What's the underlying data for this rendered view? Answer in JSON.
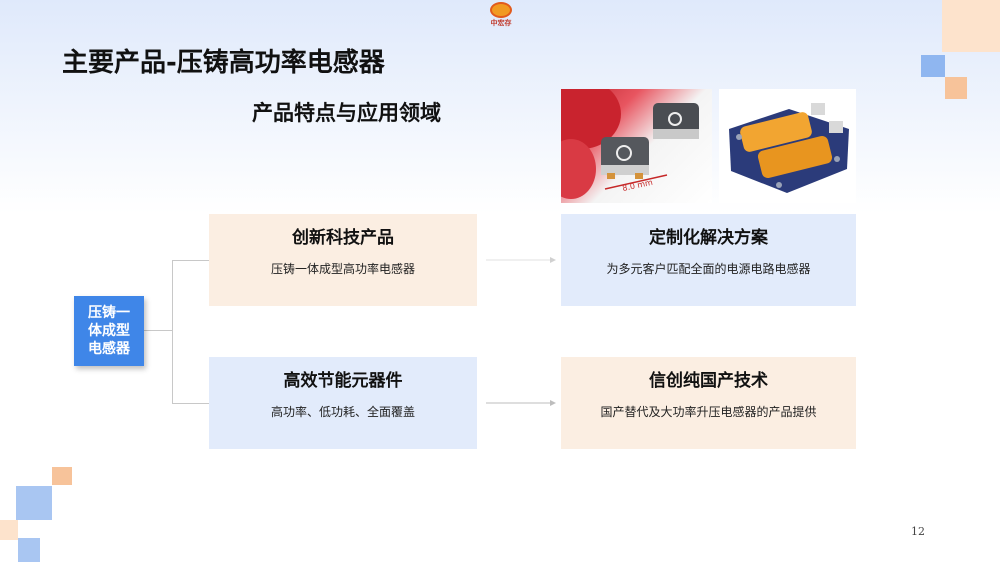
{
  "logo": {
    "text": "中宏存"
  },
  "title": "主要产品-压铸高功率电感器",
  "subtitle": "产品特点与应用领域",
  "center_box": {
    "label": "压铸一体成型电感器",
    "lines": [
      "压铸一",
      "体成型",
      "电感器"
    ]
  },
  "cards": [
    {
      "heading": "创新科技产品",
      "desc": "压铸一体成型高功率电感器"
    },
    {
      "heading": "定制化解决方案",
      "desc": "为多元客户匹配全面的电源电路电感器"
    },
    {
      "heading": "高效节能元器件",
      "desc": "高功率、低功耗、全面覆盖"
    },
    {
      "heading": "信创纯国产技术",
      "desc": "国产替代及大功率升压电感器的产品提供"
    }
  ],
  "photos": {
    "scale_label": "8.0 mm"
  },
  "page_number": "12",
  "colors": {
    "accent_blue": "#3f86e8",
    "peach": "#fbeee2",
    "light_blue": "#e2ebfb"
  }
}
